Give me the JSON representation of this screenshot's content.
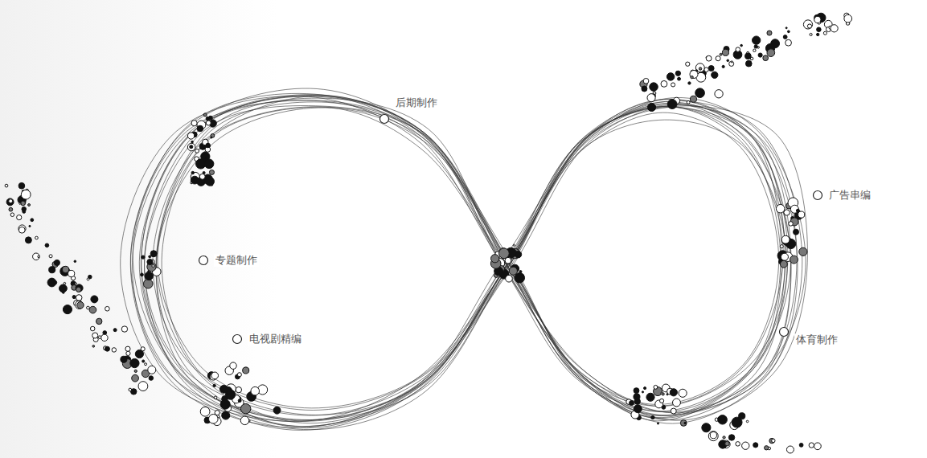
{
  "diagram": {
    "labels": [
      "后期制作",
      "广告串编",
      "专题制作",
      "电视剧精编",
      "体育制作"
    ]
  }
}
